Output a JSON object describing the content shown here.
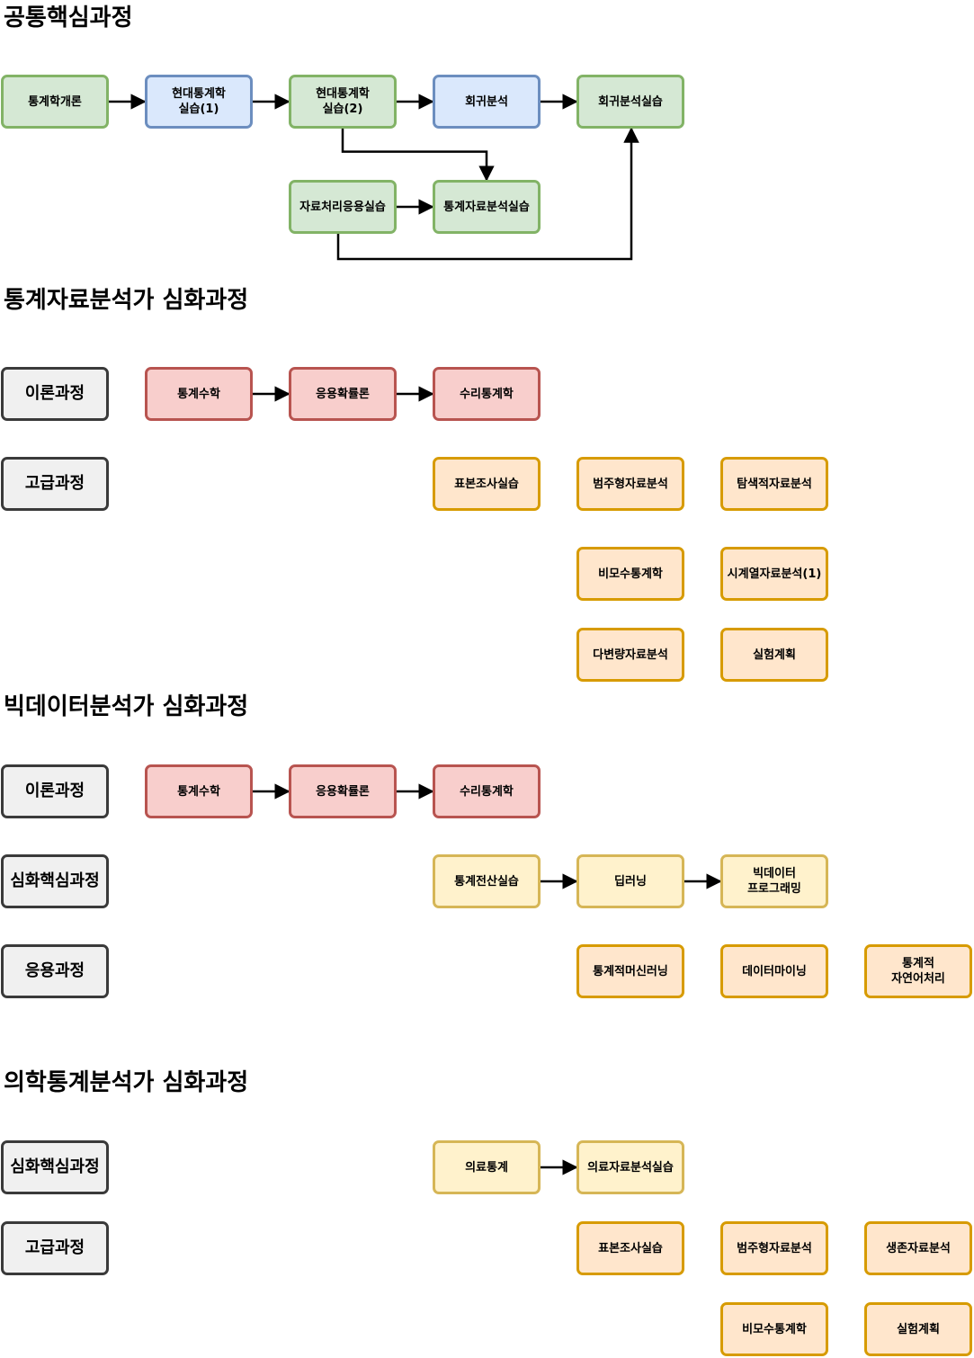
{
  "diagram": {
    "headings": [
      {
        "id": "h1",
        "text": "공통핵심과정"
      },
      {
        "id": "h2",
        "text": "통계자료분석가 심화과정"
      },
      {
        "id": "h3",
        "text": "빅데이터분석가 심화과정"
      },
      {
        "id": "h4",
        "text": "의학통계분석가 심화과정"
      }
    ],
    "nodes": [
      {
        "id": "c1",
        "label": "통계학개론",
        "style": "green"
      },
      {
        "id": "c2",
        "label": "현대통계학\n실습(1)",
        "style": "blue"
      },
      {
        "id": "c3",
        "label": "현대통계학\n실습(2)",
        "style": "green"
      },
      {
        "id": "c4",
        "label": "회귀분석",
        "style": "blue"
      },
      {
        "id": "c5",
        "label": "회귀분석실습",
        "style": "green"
      },
      {
        "id": "c6",
        "label": "자료처리응용실습",
        "style": "green"
      },
      {
        "id": "c7",
        "label": "통계자료분석실습",
        "style": "green"
      },
      {
        "id": "s_cat1",
        "label": "이론과정",
        "style": "cat"
      },
      {
        "id": "s1",
        "label": "통계수학",
        "style": "red"
      },
      {
        "id": "s2",
        "label": "응용확률론",
        "style": "red"
      },
      {
        "id": "s3",
        "label": "수리통계학",
        "style": "red"
      },
      {
        "id": "s_cat2",
        "label": "고급과정",
        "style": "cat"
      },
      {
        "id": "s4",
        "label": "표본조사실습",
        "style": "orange"
      },
      {
        "id": "s5",
        "label": "범주형자료분석",
        "style": "orange"
      },
      {
        "id": "s6",
        "label": "탐색적자료분석",
        "style": "orange"
      },
      {
        "id": "s7",
        "label": "비모수통계학",
        "style": "orange"
      },
      {
        "id": "s8",
        "label": "시계열자료분석(1)",
        "style": "orange"
      },
      {
        "id": "s9",
        "label": "다변량자료분석",
        "style": "orange"
      },
      {
        "id": "s10",
        "label": "실험계획",
        "style": "orange"
      },
      {
        "id": "b_cat1",
        "label": "이론과정",
        "style": "cat"
      },
      {
        "id": "b1",
        "label": "통계수학",
        "style": "red"
      },
      {
        "id": "b2",
        "label": "응용확률론",
        "style": "red"
      },
      {
        "id": "b3",
        "label": "수리통계학",
        "style": "red"
      },
      {
        "id": "b_cat2",
        "label": "심화핵심과정",
        "style": "cat"
      },
      {
        "id": "b4",
        "label": "통계전산실습",
        "style": "yellow"
      },
      {
        "id": "b5",
        "label": "딥러닝",
        "style": "yellow"
      },
      {
        "id": "b6",
        "label": "빅데이터\n프로그래밍",
        "style": "yellow"
      },
      {
        "id": "b_cat3",
        "label": "응용과정",
        "style": "cat"
      },
      {
        "id": "b7",
        "label": "통계적머신러닝",
        "style": "orange"
      },
      {
        "id": "b8",
        "label": "데이터마이닝",
        "style": "orange"
      },
      {
        "id": "b9",
        "label": "통계적\n자연어처리",
        "style": "orange"
      },
      {
        "id": "m_cat1",
        "label": "심화핵심과정",
        "style": "cat"
      },
      {
        "id": "m1",
        "label": "의료통계",
        "style": "yellow"
      },
      {
        "id": "m2",
        "label": "의료자료분석실습",
        "style": "yellow"
      },
      {
        "id": "m_cat2",
        "label": "고급과정",
        "style": "cat"
      },
      {
        "id": "m3",
        "label": "표본조사실습",
        "style": "orange"
      },
      {
        "id": "m4",
        "label": "범주형자료분석",
        "style": "orange"
      },
      {
        "id": "m5",
        "label": "생존자료분석",
        "style": "orange"
      },
      {
        "id": "m6",
        "label": "비모수통계학",
        "style": "orange"
      },
      {
        "id": "m7",
        "label": "실험계획",
        "style": "orange"
      }
    ],
    "edges": [
      {
        "from": "c1",
        "to": "c2"
      },
      {
        "from": "c2",
        "to": "c3"
      },
      {
        "from": "c3",
        "to": "c4"
      },
      {
        "from": "c4",
        "to": "c5"
      },
      {
        "from": "c3",
        "to": "c7"
      },
      {
        "from": "c6",
        "to": "c7"
      },
      {
        "from": "c6",
        "to": "c5"
      },
      {
        "from": "s1",
        "to": "s2"
      },
      {
        "from": "s2",
        "to": "s3"
      },
      {
        "from": "b1",
        "to": "b2"
      },
      {
        "from": "b2",
        "to": "b3"
      },
      {
        "from": "b4",
        "to": "b5"
      },
      {
        "from": "b5",
        "to": "b6"
      },
      {
        "from": "m1",
        "to": "m2"
      }
    ]
  }
}
